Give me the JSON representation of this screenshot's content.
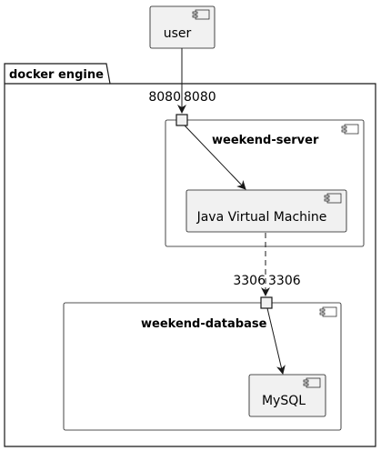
{
  "diagram": {
    "components": {
      "user": "user",
      "jvm": "Java Virtual Machine",
      "mysql": "MySQL"
    },
    "packages": {
      "docker_engine": "docker engine",
      "weekend_server": "weekend-server",
      "weekend_database": "weekend-database"
    },
    "ports": {
      "server_port_left": "8080",
      "server_port_right": "8080",
      "db_port_left": "3306",
      "db_port_right": "3306"
    }
  }
}
